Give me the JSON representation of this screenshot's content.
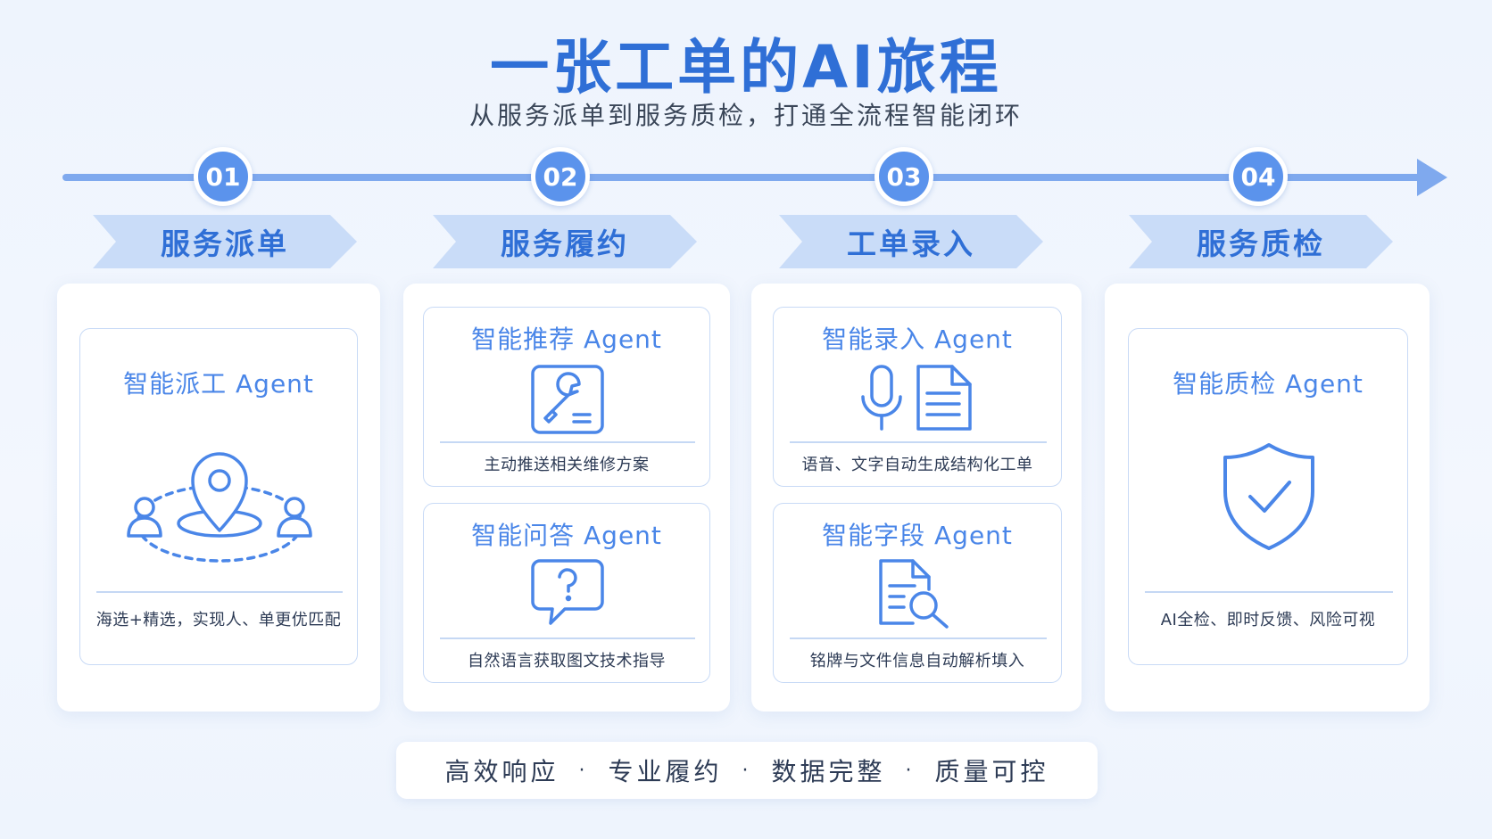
{
  "header": {
    "title": "一张工单的AI旅程",
    "subtitle": "从服务派单到服务质检，打通全流程智能闭环"
  },
  "steps": [
    {
      "number": "01",
      "label": "服务派单"
    },
    {
      "number": "02",
      "label": "服务履约"
    },
    {
      "number": "03",
      "label": "工单录入"
    },
    {
      "number": "04",
      "label": "服务质检"
    }
  ],
  "cards": {
    "dispatch": {
      "agent": "智能派工 Agent",
      "desc": "海选+精选，实现人、单更优匹配",
      "icon": "location-people-icon"
    },
    "recommend": {
      "agent": "智能推荐 Agent",
      "desc": "主动推送相关维修方案",
      "icon": "wrench-document-icon"
    },
    "qa": {
      "agent": "智能问答 Agent",
      "desc": "自然语言获取图文技术指导",
      "icon": "question-bubble-icon"
    },
    "entry": {
      "agent": "智能录入 Agent",
      "desc": "语音、文字自动生成结构化工单",
      "icon": "microphone-document-icon"
    },
    "field": {
      "agent": "智能字段 Agent",
      "desc": "铭牌与文件信息自动解析填入",
      "icon": "document-search-icon"
    },
    "inspection": {
      "agent": "智能质检 Agent",
      "desc": "AI全检、即时反馈、风险可视",
      "icon": "shield-check-icon"
    }
  },
  "footer": {
    "items": [
      "高效响应",
      "专业履约",
      "数据完整",
      "质量可控"
    ],
    "separator": "·"
  },
  "colors": {
    "accent": "#4a86e8",
    "title": "#2f6fd6",
    "badge": "#5b93ec",
    "banner": "#c9dcf8"
  }
}
